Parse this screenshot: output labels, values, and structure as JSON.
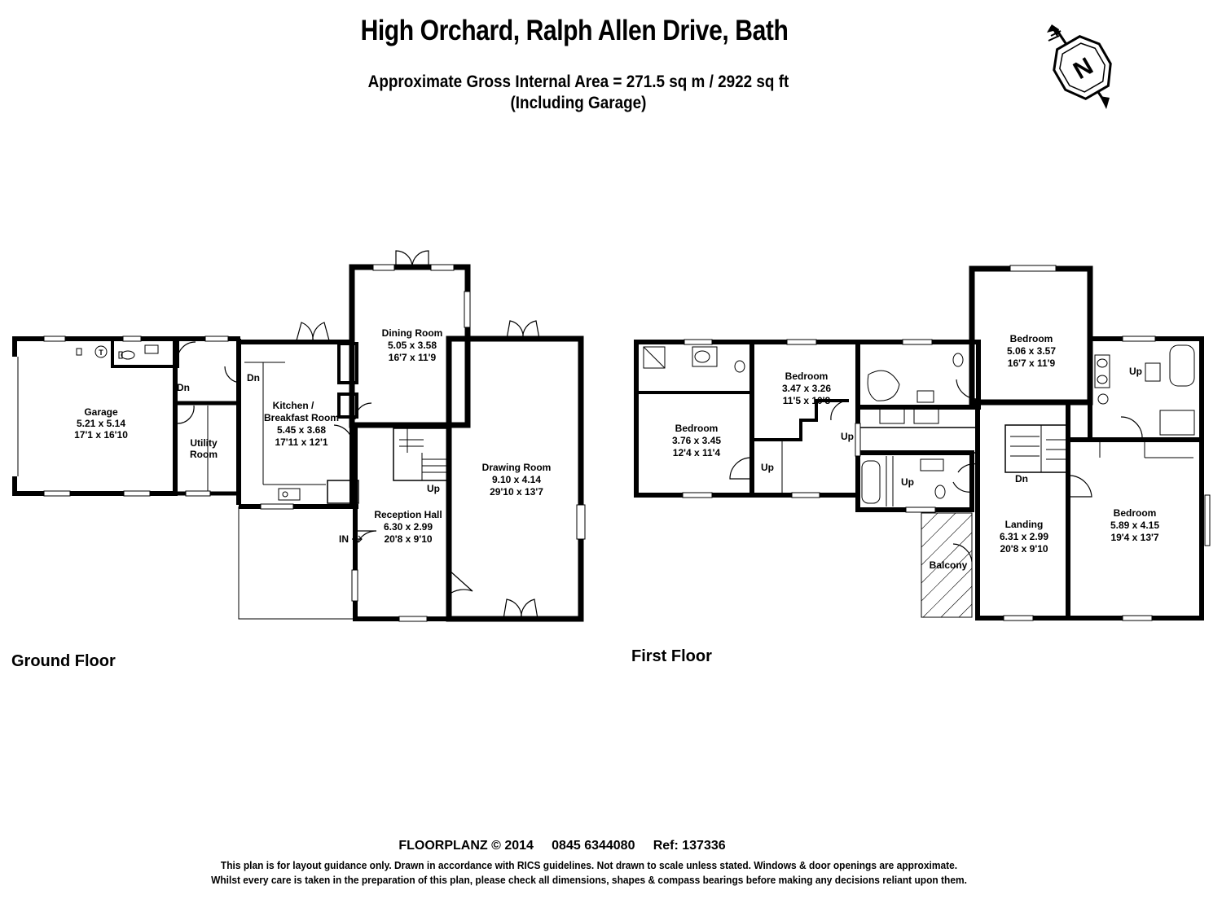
{
  "header": {
    "title": "High Orchard, Ralph Allen Drive, Bath",
    "area": "Approximate Gross Internal Area = 271.5 sq m / 2922 sq ft",
    "area_note": "(Including Garage)"
  },
  "compass": {
    "letter": "N"
  },
  "ground_floor": {
    "label": "Ground Floor",
    "rooms": {
      "garage": {
        "name": "Garage",
        "metric": "5.21 x 5.14",
        "imperial": "17'1 x 16'10"
      },
      "utility": {
        "name_1": "Utility",
        "name_2": "Room"
      },
      "kitchen": {
        "name_1": "Kitchen /",
        "name_2": "Breakfast Room",
        "metric": "5.45 x 3.68",
        "imperial": "17'11 x 12'1"
      },
      "dining": {
        "name": "Dining Room",
        "metric": "5.05 x 3.58",
        "imperial": "16'7 x 11'9"
      },
      "drawing": {
        "name": "Drawing Room",
        "metric": "9.10 x 4.14",
        "imperial": "29'10 x 13'7"
      },
      "reception": {
        "name": "Reception Hall",
        "metric": "6.30 x 2.99",
        "imperial": "20'8 x 9'10"
      }
    },
    "markers": {
      "dn": "Dn",
      "up": "Up",
      "in": "IN"
    }
  },
  "first_floor": {
    "label": "First Floor",
    "rooms": {
      "bedroom_sw": {
        "name": "Bedroom",
        "metric": "3.76 x 3.45",
        "imperial": "12'4 x 11'4"
      },
      "bedroom_mid": {
        "name": "Bedroom",
        "metric": "3.47 x 3.26",
        "imperial": "11'5 x 10'8"
      },
      "bedroom_north": {
        "name": "Bedroom",
        "metric": "5.06 x 3.57",
        "imperial": "16'7 x 11'9"
      },
      "bedroom_east": {
        "name": "Bedroom",
        "metric": "5.89 x 4.15",
        "imperial": "19'4 x 13'7"
      },
      "landing": {
        "name": "Landing",
        "metric": "6.31 x 2.99",
        "imperial": "20'8 x 9'10"
      },
      "balcony": {
        "name": "Balcony"
      }
    },
    "markers": {
      "up": "Up",
      "dn": "Dn"
    }
  },
  "footer": {
    "brand": "FLOORPLANZ © 2014     0845 6344080     Ref: 137336",
    "line1": "This plan is for layout guidance only. Drawn in accordance with RICS guidelines. Not drawn to scale unless stated. Windows & door openings are approximate.",
    "line2": "Whilst every care is taken in the preparation of this plan, please check all dimensions, shapes & compass bearings before making any decisions reliant upon them."
  }
}
